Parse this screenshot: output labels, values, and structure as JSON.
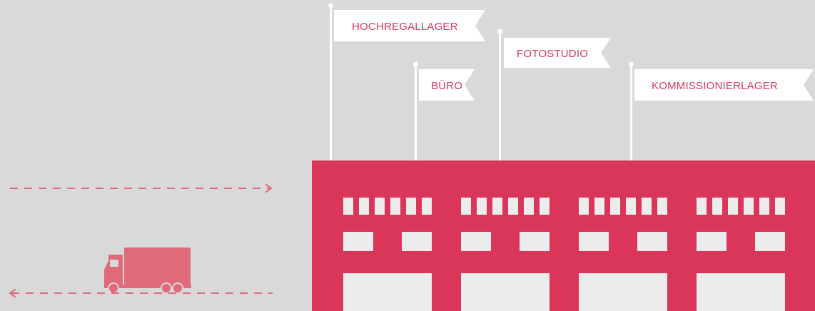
{
  "colors": {
    "background": "#d9d9d9",
    "building": "#d9365a",
    "windows": "#ececec",
    "pole": "#ffffff",
    "flag": "#ffffff",
    "flag_text": "#d9365a",
    "truck": "#e06a7a",
    "arrow": "#e06a7a"
  },
  "flags": [
    {
      "id": "hochregallager",
      "label": "HOCHREGALLAGER"
    },
    {
      "id": "buero",
      "label": "BÜRO"
    },
    {
      "id": "fotostudio",
      "label": "FOTOSTUDIO"
    },
    {
      "id": "kommissionierlager",
      "label": "KOMMISSIONIERLAGER"
    }
  ],
  "icons": {
    "truck": "delivery-truck-icon",
    "arrow_right": "dashed-arrow-right-icon",
    "arrow_left": "dashed-arrow-left-icon"
  }
}
